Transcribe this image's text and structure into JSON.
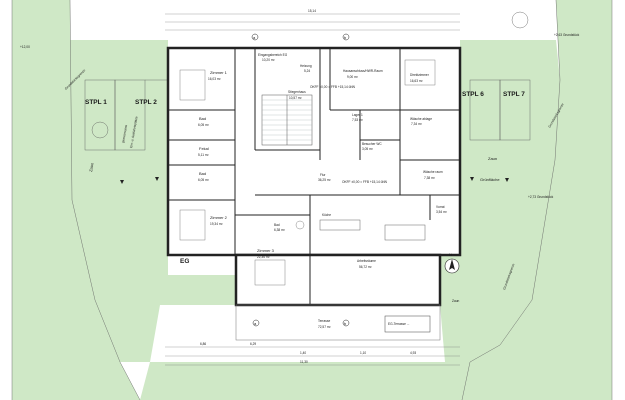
{
  "labels": {
    "stpl1": "STPL 1",
    "stpl2": "STPL 2",
    "stpl6": "STPL 6",
    "stpl7": "STPL 7",
    "eg": "EG",
    "gruenflaeche": "Grünfläche",
    "zaun_left": "Zaun",
    "zaun_right": "Zaun",
    "zaun_bottom": "Zaun",
    "grundstuecksgrenze_l": "Grundstücksgrenze",
    "grundstuecksgrenze_r": "Grundstücksgrenze",
    "grundstuecksgrenze_r2": "Grundstücksgrenze",
    "gemeinsame": "gemeinsame",
    "eing_abstellplaetze": "Ein- u. Ausfahrtsplätze",
    "section_a_top": "a",
    "section_b_top": "b",
    "section_a_bottom": "a",
    "section_b_bottom": "b",
    "level_top_right": "+2,63 Grundstück",
    "level_left": "+12,00",
    "north": "N"
  },
  "rooms": {
    "zimmer1": {
      "name": "Zimmer 1",
      "area": "16,03 m²"
    },
    "bad1": {
      "name": "Bad",
      "area": "6,05 m²"
    },
    "fekal": {
      "name": "Fekal",
      "area": "5,11 m²"
    },
    "bad2": {
      "name": "Bad",
      "area": "6,05 m²"
    },
    "zimmer2": {
      "name": "Zimmer 2",
      "area": "19,34 m²"
    },
    "zimmer3": {
      "name": "Zimmer 3",
      "area": "22,36 m²"
    },
    "eingangsbereich": {
      "name": "Eingangsbereich EG",
      "area": "10,20 m²"
    },
    "heizung": {
      "name": "Heizung",
      "area": "5,24"
    },
    "stiegenhaus": {
      "name": "Stiegenhaus",
      "area": "10,57 m²"
    },
    "hausanschluss": {
      "name": "Hausanschluss/HWR-Raum",
      "area": "9,00 m²"
    },
    "direktzimmer": {
      "name": "Direktzimmer",
      "area": "16,63 m²"
    },
    "lager": {
      "name": "Lager 1",
      "area": "7,53 m²"
    },
    "waesche": {
      "name": "Wäsche ablage",
      "area": "7,34 m²"
    },
    "besucher_wc": {
      "name": "Besucher WC",
      "area": "3,05 m²"
    },
    "waesche_raum": {
      "name": "Wäsche raum",
      "area": "7,38 m²"
    },
    "flur": {
      "name": "Flur",
      "area": "36,25 m²"
    },
    "kueche": {
      "name": "Küche",
      "area": ""
    },
    "arbeitsraum": {
      "name": "Arbeitsräume",
      "area": "56,72 m²"
    },
    "vorrat": {
      "name": "Vorrat",
      "area": "3,54 m²"
    },
    "bad3": {
      "name": "Bad",
      "area": "6,38 m²"
    },
    "terrasse": {
      "name": "Terrasse",
      "area": "72,57 m²"
    }
  },
  "annotations": {
    "ffb1": "OKFF ±0,00 = FFB +15,14 üNN",
    "ffb2": "OKFF ±0,00 = FFB +15,14 üNN",
    "note_box": "EG-Terrasse ...",
    "level_right": "+2,73 Grundstück"
  },
  "dimensions": {
    "top_total": "15,14",
    "bottom_a": "6,86",
    "bottom_b": "6,29",
    "bottom_c": "1,40",
    "bottom_d": "1,10",
    "bottom_e": "4,93",
    "bottom_f": "11,30"
  },
  "colors": {
    "green": "#cfe8c6",
    "wall": "#3a3a3a",
    "line": "#555555"
  }
}
